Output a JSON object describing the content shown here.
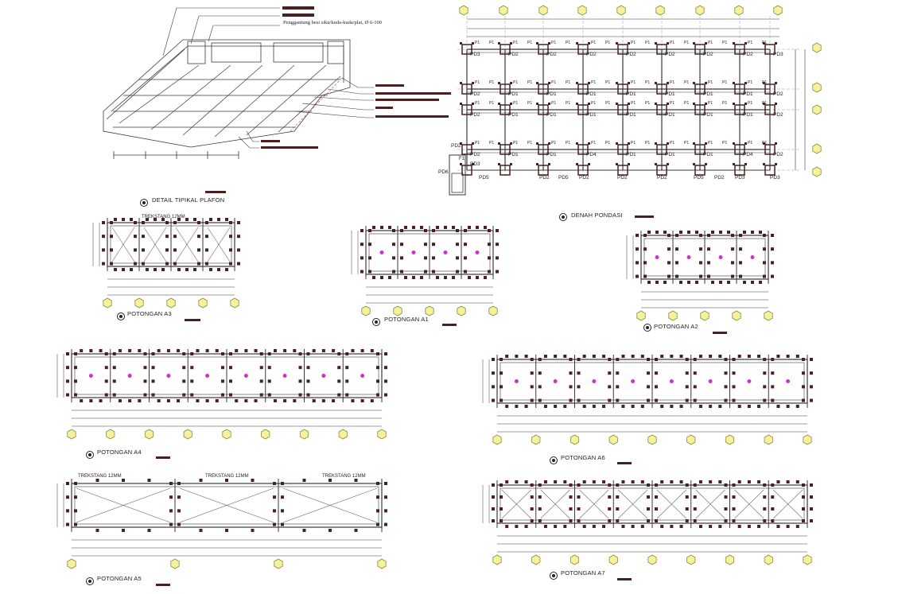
{
  "colors": {
    "ink": "#3a3a3a",
    "bracket": "#4a2020",
    "grid_marker_fill": "#f6f29a",
    "grid_marker_stroke": "#888844",
    "pile_dot": "#cc33cc",
    "paper": "#ffffff"
  },
  "plafon": {
    "title": "DETAIL TIPIKAL PLAFON",
    "note": "Penggantung besi siku/kuda-kuda/plat, Ø 6-100"
  },
  "denah": {
    "title": "DENAH PONDASI",
    "cap_rows": [
      [
        "PD3",
        "PD2",
        "PD2",
        "PD2",
        "PD2",
        "PD2",
        "PD2",
        "PD2",
        "PD3"
      ],
      [
        "PD2",
        "PD1",
        "PD1",
        "PD1",
        "PD1",
        "PD1",
        "PD1",
        "PD1",
        "PD2"
      ],
      [
        "PD2",
        "PD1",
        "PD1",
        "PD1",
        "PD1",
        "PD1",
        "PD1",
        "PD1",
        "PD2"
      ],
      [
        "PD2",
        "PD1",
        "PD1",
        "PD4",
        "PD1",
        "PD1",
        "PD1",
        "PD4",
        "PD2"
      ]
    ],
    "bottom_labels": [
      "PD3",
      "PD5",
      "PD2",
      "PD5",
      "PD2",
      "PD2",
      "PD2",
      "PD5",
      "PD2",
      "PD3"
    ],
    "left_labels": [
      "PD2",
      "F1",
      "PD3",
      "PD6"
    ],
    "pile_label": "P1"
  },
  "sections": {
    "a3": {
      "title": "POTONGAN A3",
      "trekstang": "TREKSTANG 12MM"
    },
    "a1": {
      "title": "POTONGAN A1"
    },
    "a2": {
      "title": "POTONGAN A2"
    },
    "a4": {
      "title": "POTONGAN A4"
    },
    "a6": {
      "title": "POTONGAN A6"
    },
    "a5": {
      "title": "POTONGAN A5",
      "trekstang": [
        "TREKSTANG 12MM",
        "TREKSTANG 12MM",
        "TREKSTANG 12MM"
      ]
    },
    "a7": {
      "title": "POTONGAN A7"
    }
  }
}
